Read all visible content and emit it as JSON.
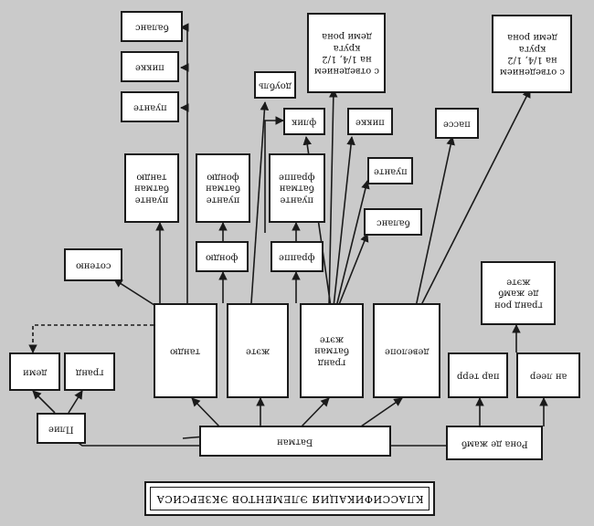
{
  "caption": "КЛАССИФИКАЦИЯ ЭЛЕМЕНТОВ ЭКЗЕРСИСА",
  "colors": {
    "background": "#cacaca",
    "box": "#ffffff",
    "ink": "#1a1a1a"
  },
  "nodes": {
    "root": "Батман",
    "left_group": "Плие",
    "right_group": "Рона де жамб",
    "demi": "деми",
    "grand": "гранд",
    "tendu": "тандю",
    "jete": "жэте",
    "grand_battement_jete": "гранд\nбатман\nжэте",
    "developpe": "девелопе",
    "par_terre": "пар терр",
    "en_lair": "ан леер",
    "grand_rond_de_jambe_jete": "гранд рон\nде жамб\nжэте",
    "soutenu": "сотеню",
    "fondu_a": "фондю",
    "frappe_a": "фраппе",
    "battement_tendu_jete": "пуанте\nбатман\nтандю",
    "battement_fondu": "пуанте\nбатман\nфондю",
    "battement_frappe": "пуанте\nбатман\nфраппе",
    "doubles": "доубль",
    "flic_flac": "флик",
    "pique_a": "пикке",
    "pointe_a": "пуанте",
    "balance_a": "баланс",
    "passe": "пассе",
    "pique_b": "пикке",
    "pointe_b": "пуанте",
    "balance_b": "баланс",
    "demi_rond_a": "с отведением\nна 1/4, 1/2\nкруга\nдеми рона",
    "demi_rond_b": "с отведением\nна 1/4, 1/2\nкруга\nдеми рона"
  }
}
